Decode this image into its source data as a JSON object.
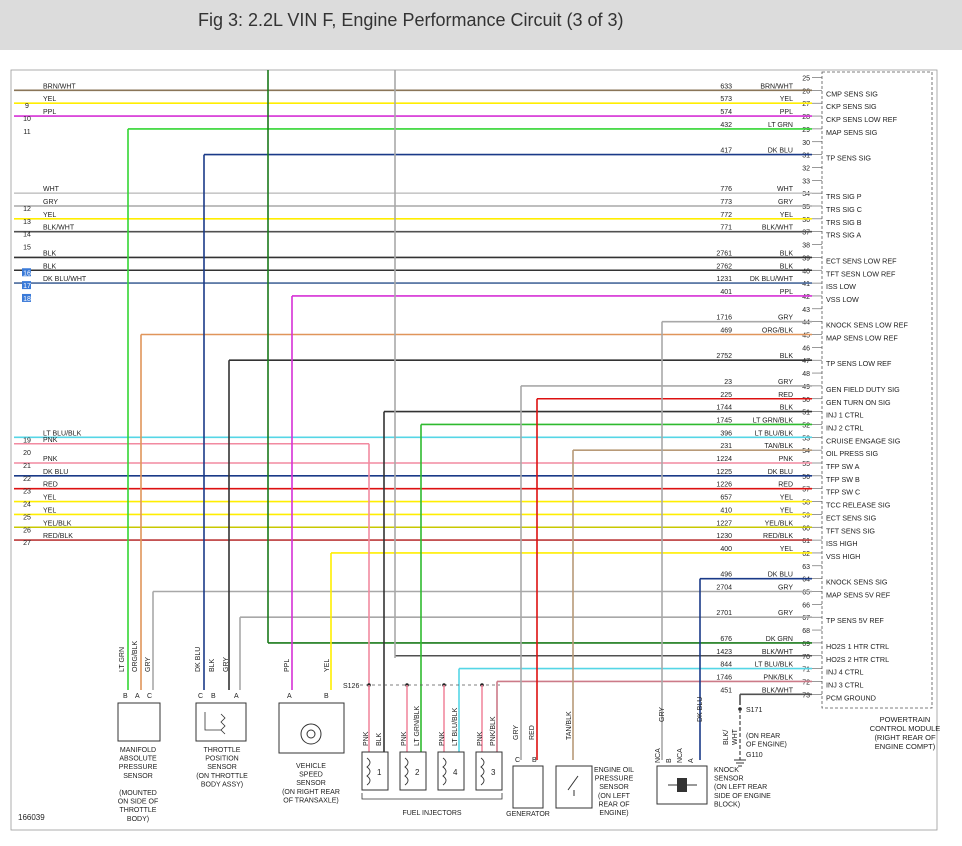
{
  "title": "Fig 3: 2.2L VIN F, Engine Performance Circuit (3 of 3)",
  "figure_id": "166039",
  "colors": {
    "BRN/WHT": "#8a7558",
    "YEL": "#ffee00",
    "PPL": "#d630d6",
    "LT GRN": "#33d633",
    "DK BLU": "#1a3a88",
    "WHT": "#c8c8c8",
    "GRY": "#a8a8a8",
    "BLK/WHT": "#505050",
    "BLK": "#333333",
    "DK BLU/WHT": "#4a6a9c",
    "ORG/BLK": "#e0955a",
    "RED": "#dd1111",
    "LT GRN/BLK": "#2fba2f",
    "LT BLU/BLK": "#55d6e6",
    "TAN/BLK": "#b89a78",
    "PNK": "#f28aa0",
    "YEL/BLK": "#c8c800",
    "RED/BLK": "#bb3a3a",
    "PNK/BLK": "#cc7a88",
    "DK GRN": "#1a7a1a"
  },
  "wires": [
    {
      "pin": 25,
      "circuit": "",
      "color": "",
      "label": "",
      "left_num": "",
      "left_color": ""
    },
    {
      "pin": 26,
      "circuit": "633",
      "color": "BRN/WHT",
      "label": "CMP SENS SIG",
      "left_num": "",
      "left_color": "BRN/WHT"
    },
    {
      "pin": 27,
      "circuit": "573",
      "color": "YEL",
      "label": "CKP SENS SIG",
      "left_num": "9",
      "left_color": "YEL"
    },
    {
      "pin": 28,
      "circuit": "574",
      "color": "PPL",
      "label": "CKP SENS LOW REF",
      "left_num": "10",
      "left_color": "PPL"
    },
    {
      "pin": 29,
      "circuit": "432",
      "color": "LT GRN",
      "label": "MAP SENS SIG",
      "left_num": "11",
      "left_color": ""
    },
    {
      "pin": 30,
      "circuit": "",
      "color": "",
      "label": "",
      "left_num": "",
      "left_color": ""
    },
    {
      "pin": 31,
      "circuit": "417",
      "color": "DK BLU",
      "label": "TP SENS SIG",
      "left_num": "",
      "left_color": ""
    },
    {
      "pin": 32,
      "circuit": "",
      "color": "",
      "label": "",
      "left_num": "",
      "left_color": ""
    },
    {
      "pin": 33,
      "circuit": "",
      "color": "",
      "label": "",
      "left_num": "",
      "left_color": ""
    },
    {
      "pin": 34,
      "circuit": "776",
      "color": "WHT",
      "label": "TRS SIG P",
      "left_num": "",
      "left_color": "WHT"
    },
    {
      "pin": 35,
      "circuit": "773",
      "color": "GRY",
      "label": "TRS SIG C",
      "left_num": "12",
      "left_color": "GRY"
    },
    {
      "pin": 36,
      "circuit": "772",
      "color": "YEL",
      "label": "TRS SIG B",
      "left_num": "13",
      "left_color": "YEL"
    },
    {
      "pin": 37,
      "circuit": "771",
      "color": "BLK/WHT",
      "label": "TRS SIG A",
      "left_num": "14",
      "left_color": "BLK/WHT"
    },
    {
      "pin": 38,
      "circuit": "",
      "color": "",
      "label": "",
      "left_num": "15",
      "left_color": ""
    },
    {
      "pin": 39,
      "circuit": "2761",
      "color": "BLK",
      "label": "ECT SENS LOW REF",
      "left_num": "",
      "left_color": "BLK"
    },
    {
      "pin": 40,
      "circuit": "2762",
      "color": "BLK",
      "label": "TFT SESN LOW REF",
      "left_num": "16",
      "left_color": "BLK"
    },
    {
      "pin": 41,
      "circuit": "1231",
      "color": "DK BLU/WHT",
      "label": "ISS LOW",
      "left_num": "17",
      "left_color": "DK BLU/WHT"
    },
    {
      "pin": 42,
      "circuit": "401",
      "color": "PPL",
      "label": "VSS LOW",
      "left_num": "18",
      "left_color": ""
    },
    {
      "pin": 43,
      "circuit": "",
      "color": "",
      "label": "",
      "left_num": "",
      "left_color": ""
    },
    {
      "pin": 44,
      "circuit": "1716",
      "color": "GRY",
      "label": "KNOCK SENS LOW REF",
      "left_num": "",
      "left_color": ""
    },
    {
      "pin": 45,
      "circuit": "469",
      "color": "ORG/BLK",
      "label": "MAP SENS LOW REF",
      "left_num": "",
      "left_color": ""
    },
    {
      "pin": 46,
      "circuit": "",
      "color": "",
      "label": "",
      "left_num": "",
      "left_color": ""
    },
    {
      "pin": 47,
      "circuit": "2752",
      "color": "BLK",
      "label": "TP SENS LOW REF",
      "left_num": "",
      "left_color": ""
    },
    {
      "pin": 48,
      "circuit": "",
      "color": "",
      "label": "",
      "left_num": "",
      "left_color": ""
    },
    {
      "pin": 49,
      "circuit": "23",
      "color": "GRY",
      "label": "GEN FIELD DUTY SIG",
      "left_num": "",
      "left_color": ""
    },
    {
      "pin": 50,
      "circuit": "225",
      "color": "RED",
      "label": "GEN TURN ON SIG",
      "left_num": "",
      "left_color": ""
    },
    {
      "pin": 51,
      "circuit": "1744",
      "color": "BLK",
      "label": "INJ 1 CTRL",
      "left_num": "",
      "left_color": ""
    },
    {
      "pin": 52,
      "circuit": "1745",
      "color": "LT GRN/BLK",
      "label": "INJ 2 CTRL",
      "left_num": "",
      "left_color": ""
    },
    {
      "pin": 53,
      "circuit": "396",
      "color": "LT BLU/BLK",
      "label": "CRUISE ENGAGE SIG",
      "left_num": "19",
      "left_color": "LT BLU/BLK"
    },
    {
      "pin": 54,
      "circuit": "231",
      "color": "TAN/BLK",
      "label": "OIL PRESS SIG",
      "left_num": "20",
      "left_color": "PNK"
    },
    {
      "pin": 55,
      "circuit": "1224",
      "color": "PNK",
      "label": "TFP SW A",
      "left_num": "21",
      "left_color": "PNK"
    },
    {
      "pin": 56,
      "circuit": "1225",
      "color": "DK BLU",
      "label": "TFP SW B",
      "left_num": "22",
      "left_color": "DK BLU"
    },
    {
      "pin": 57,
      "circuit": "1226",
      "color": "RED",
      "label": "TFP SW C",
      "left_num": "23",
      "left_color": "RED"
    },
    {
      "pin": 58,
      "circuit": "657",
      "color": "YEL",
      "label": "TCC RELEASE SIG",
      "left_num": "24",
      "left_color": "YEL"
    },
    {
      "pin": 59,
      "circuit": "410",
      "color": "YEL",
      "label": "ECT SENS SIG",
      "left_num": "25",
      "left_color": "YEL"
    },
    {
      "pin": 60,
      "circuit": "1227",
      "color": "YEL/BLK",
      "label": "TFT SENS SIG",
      "left_num": "26",
      "left_color": "YEL/BLK"
    },
    {
      "pin": 61,
      "circuit": "1230",
      "color": "RED/BLK",
      "label": "ISS HIGH",
      "left_num": "27",
      "left_color": "RED/BLK"
    },
    {
      "pin": 62,
      "circuit": "400",
      "color": "YEL",
      "label": "VSS HIGH",
      "left_num": "",
      "left_color": ""
    },
    {
      "pin": 63,
      "circuit": "",
      "color": "",
      "label": "",
      "left_num": "",
      "left_color": ""
    },
    {
      "pin": 64,
      "circuit": "496",
      "color": "DK BLU",
      "label": "KNOCK SENS SIG",
      "left_num": "",
      "left_color": ""
    },
    {
      "pin": 65,
      "circuit": "2704",
      "color": "GRY",
      "label": "MAP SENS 5V REF",
      "left_num": "",
      "left_color": ""
    },
    {
      "pin": 66,
      "circuit": "",
      "color": "",
      "label": "",
      "left_num": "",
      "left_color": ""
    },
    {
      "pin": 67,
      "circuit": "2701",
      "color": "GRY",
      "label": "TP SENS 5V REF",
      "left_num": "",
      "left_color": ""
    },
    {
      "pin": 68,
      "circuit": "",
      "color": "",
      "label": "",
      "left_num": "",
      "left_color": ""
    },
    {
      "pin": 69,
      "circuit": "676",
      "color": "DK GRN",
      "label": "HO2S 1 HTR CTRL",
      "left_num": "",
      "left_color": ""
    },
    {
      "pin": 70,
      "circuit": "1423",
      "color": "BLK/WHT",
      "label": "HO2S 2 HTR CTRL",
      "left_num": "",
      "left_color": ""
    },
    {
      "pin": 71,
      "circuit": "844",
      "color": "LT BLU/BLK",
      "label": "INJ 4 CTRL",
      "left_num": "",
      "left_color": ""
    },
    {
      "pin": 72,
      "circuit": "1746",
      "color": "PNK/BLK",
      "label": "INJ 3 CTRL",
      "left_num": "",
      "left_color": ""
    },
    {
      "pin": 73,
      "circuit": "451",
      "color": "BLK/WHT",
      "label": "PCM GROUND",
      "left_num": "",
      "left_color": ""
    }
  ],
  "pcm_label": [
    "POWERTRAIN",
    "CONTROL MODULE",
    "(RIGHT REAR OF",
    "ENGINE COMPT)"
  ],
  "splice_s126": "S126",
  "splice_s171": "S171",
  "ground_g110": "G110",
  "ground_note": [
    "(ON REAR",
    "OF ENGINE)"
  ],
  "ground_wire_label": "BLK/ WHT",
  "components": {
    "map": {
      "pins": [
        "B",
        "A",
        "C"
      ],
      "wires": [
        "LT GRN",
        "ORG/BLK",
        "GRY"
      ],
      "label": [
        "MANIFOLD",
        "ABSOLUTE",
        "PRESSURE",
        "SENSOR",
        "",
        "(MOUNTED",
        "ON SIDE OF",
        "THROTTLE",
        "BODY)"
      ]
    },
    "tps": {
      "pins": [
        "C",
        "B",
        "A"
      ],
      "wires": [
        "DK BLU",
        "BLK",
        "GRY"
      ],
      "label": [
        "THROTTLE",
        "POSITION",
        "SENSOR",
        "(ON THROTTLE",
        "BODY ASSY)"
      ]
    },
    "vss": {
      "pins": [
        "A",
        "B"
      ],
      "wires": [
        "PPL",
        "YEL"
      ],
      "label": [
        "VEHICLE",
        "SPEED",
        "SENSOR",
        "(ON RIGHT REAR",
        "OF TRANSAXLE)"
      ]
    },
    "injectors": {
      "wires": [
        [
          "PNK",
          "BLK"
        ],
        [
          "PNK",
          "LT GRN/BLK"
        ],
        [
          "PNK",
          "LT BLU/BLK"
        ],
        [
          "PNK",
          "PNK/BLK"
        ]
      ],
      "numbers": [
        "1",
        "2",
        "4",
        "3"
      ],
      "label": "FUEL INJECTORS"
    },
    "generator": {
      "pins": [
        "C",
        "B"
      ],
      "wires": [
        "GRY",
        "RED"
      ],
      "label": "GENERATOR"
    },
    "oil": {
      "wires": [
        "TAN/BLK"
      ],
      "label": [
        "ENGINE OIL",
        "PRESSURE",
        "SENSOR",
        "(ON LEFT",
        "REAR OF",
        "ENGINE)"
      ]
    },
    "knock": {
      "pins": [
        "NCA",
        "B",
        "NCA",
        "A"
      ],
      "wires": [
        "GRY",
        "DK BLU"
      ],
      "label": [
        "KNOCK",
        "SENSOR",
        "(ON LEFT REAR",
        "SIDE OF ENGINE",
        "BLOCK)"
      ]
    }
  }
}
